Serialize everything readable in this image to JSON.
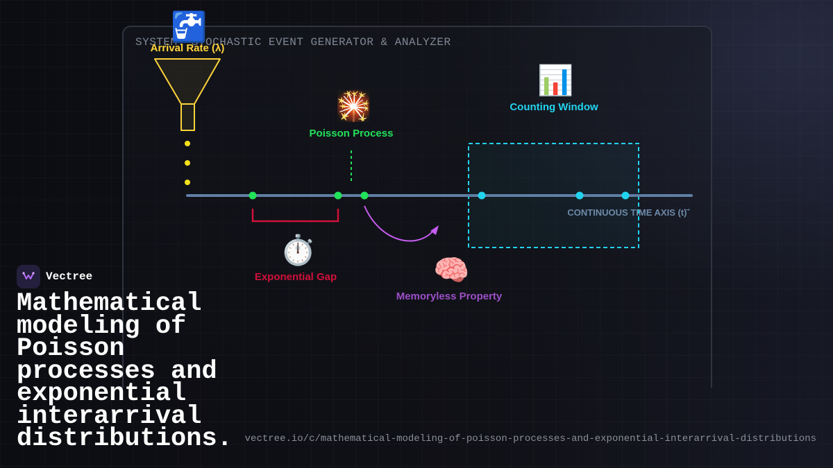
{
  "panel": {
    "title": "SYSTEM: STOCHASTIC EVENT GENERATOR & ANALYZER"
  },
  "nodes": {
    "arrival_rate": {
      "label": "Arrival Rate (λ)",
      "icon": "faucet-icon",
      "glyph": "🚰",
      "color": "#ffd43b"
    },
    "poisson_process": {
      "label": "Poisson Process",
      "icon": "fireworks-icon",
      "glyph": "🎇",
      "color": "#22e15a"
    },
    "counting_window": {
      "label": "Counting Window",
      "icon": "bar-chart-icon",
      "glyph": "📊",
      "color": "#22d3ee"
    },
    "exponential_gap": {
      "label": "Exponential Gap",
      "icon": "stopwatch-icon",
      "glyph": "⏱️",
      "color": "#d0103a"
    },
    "memoryless_property": {
      "label": "Memoryless Property",
      "icon": "brain-icon",
      "glyph": "🧠",
      "color": "#9b4fc8"
    }
  },
  "axis": {
    "label": "CONTINUOUS TIME AXIS (t) ⃗",
    "color": "#5f7fa5"
  },
  "colors": {
    "events_green": "#22e15a",
    "events_cyan": "#22d3ee",
    "memoryless_arrow": "#c65cf0",
    "drops": "#f5e01c"
  },
  "brand": {
    "name": "Vectree",
    "icon": "vectree-logo-icon"
  },
  "headline": "Mathematical modeling of Poisson processes and exponential interarrival distributions.",
  "url": "vectree.io/c/mathematical-modeling-of-poisson-processes-and-exponential-interarrival-distributions"
}
